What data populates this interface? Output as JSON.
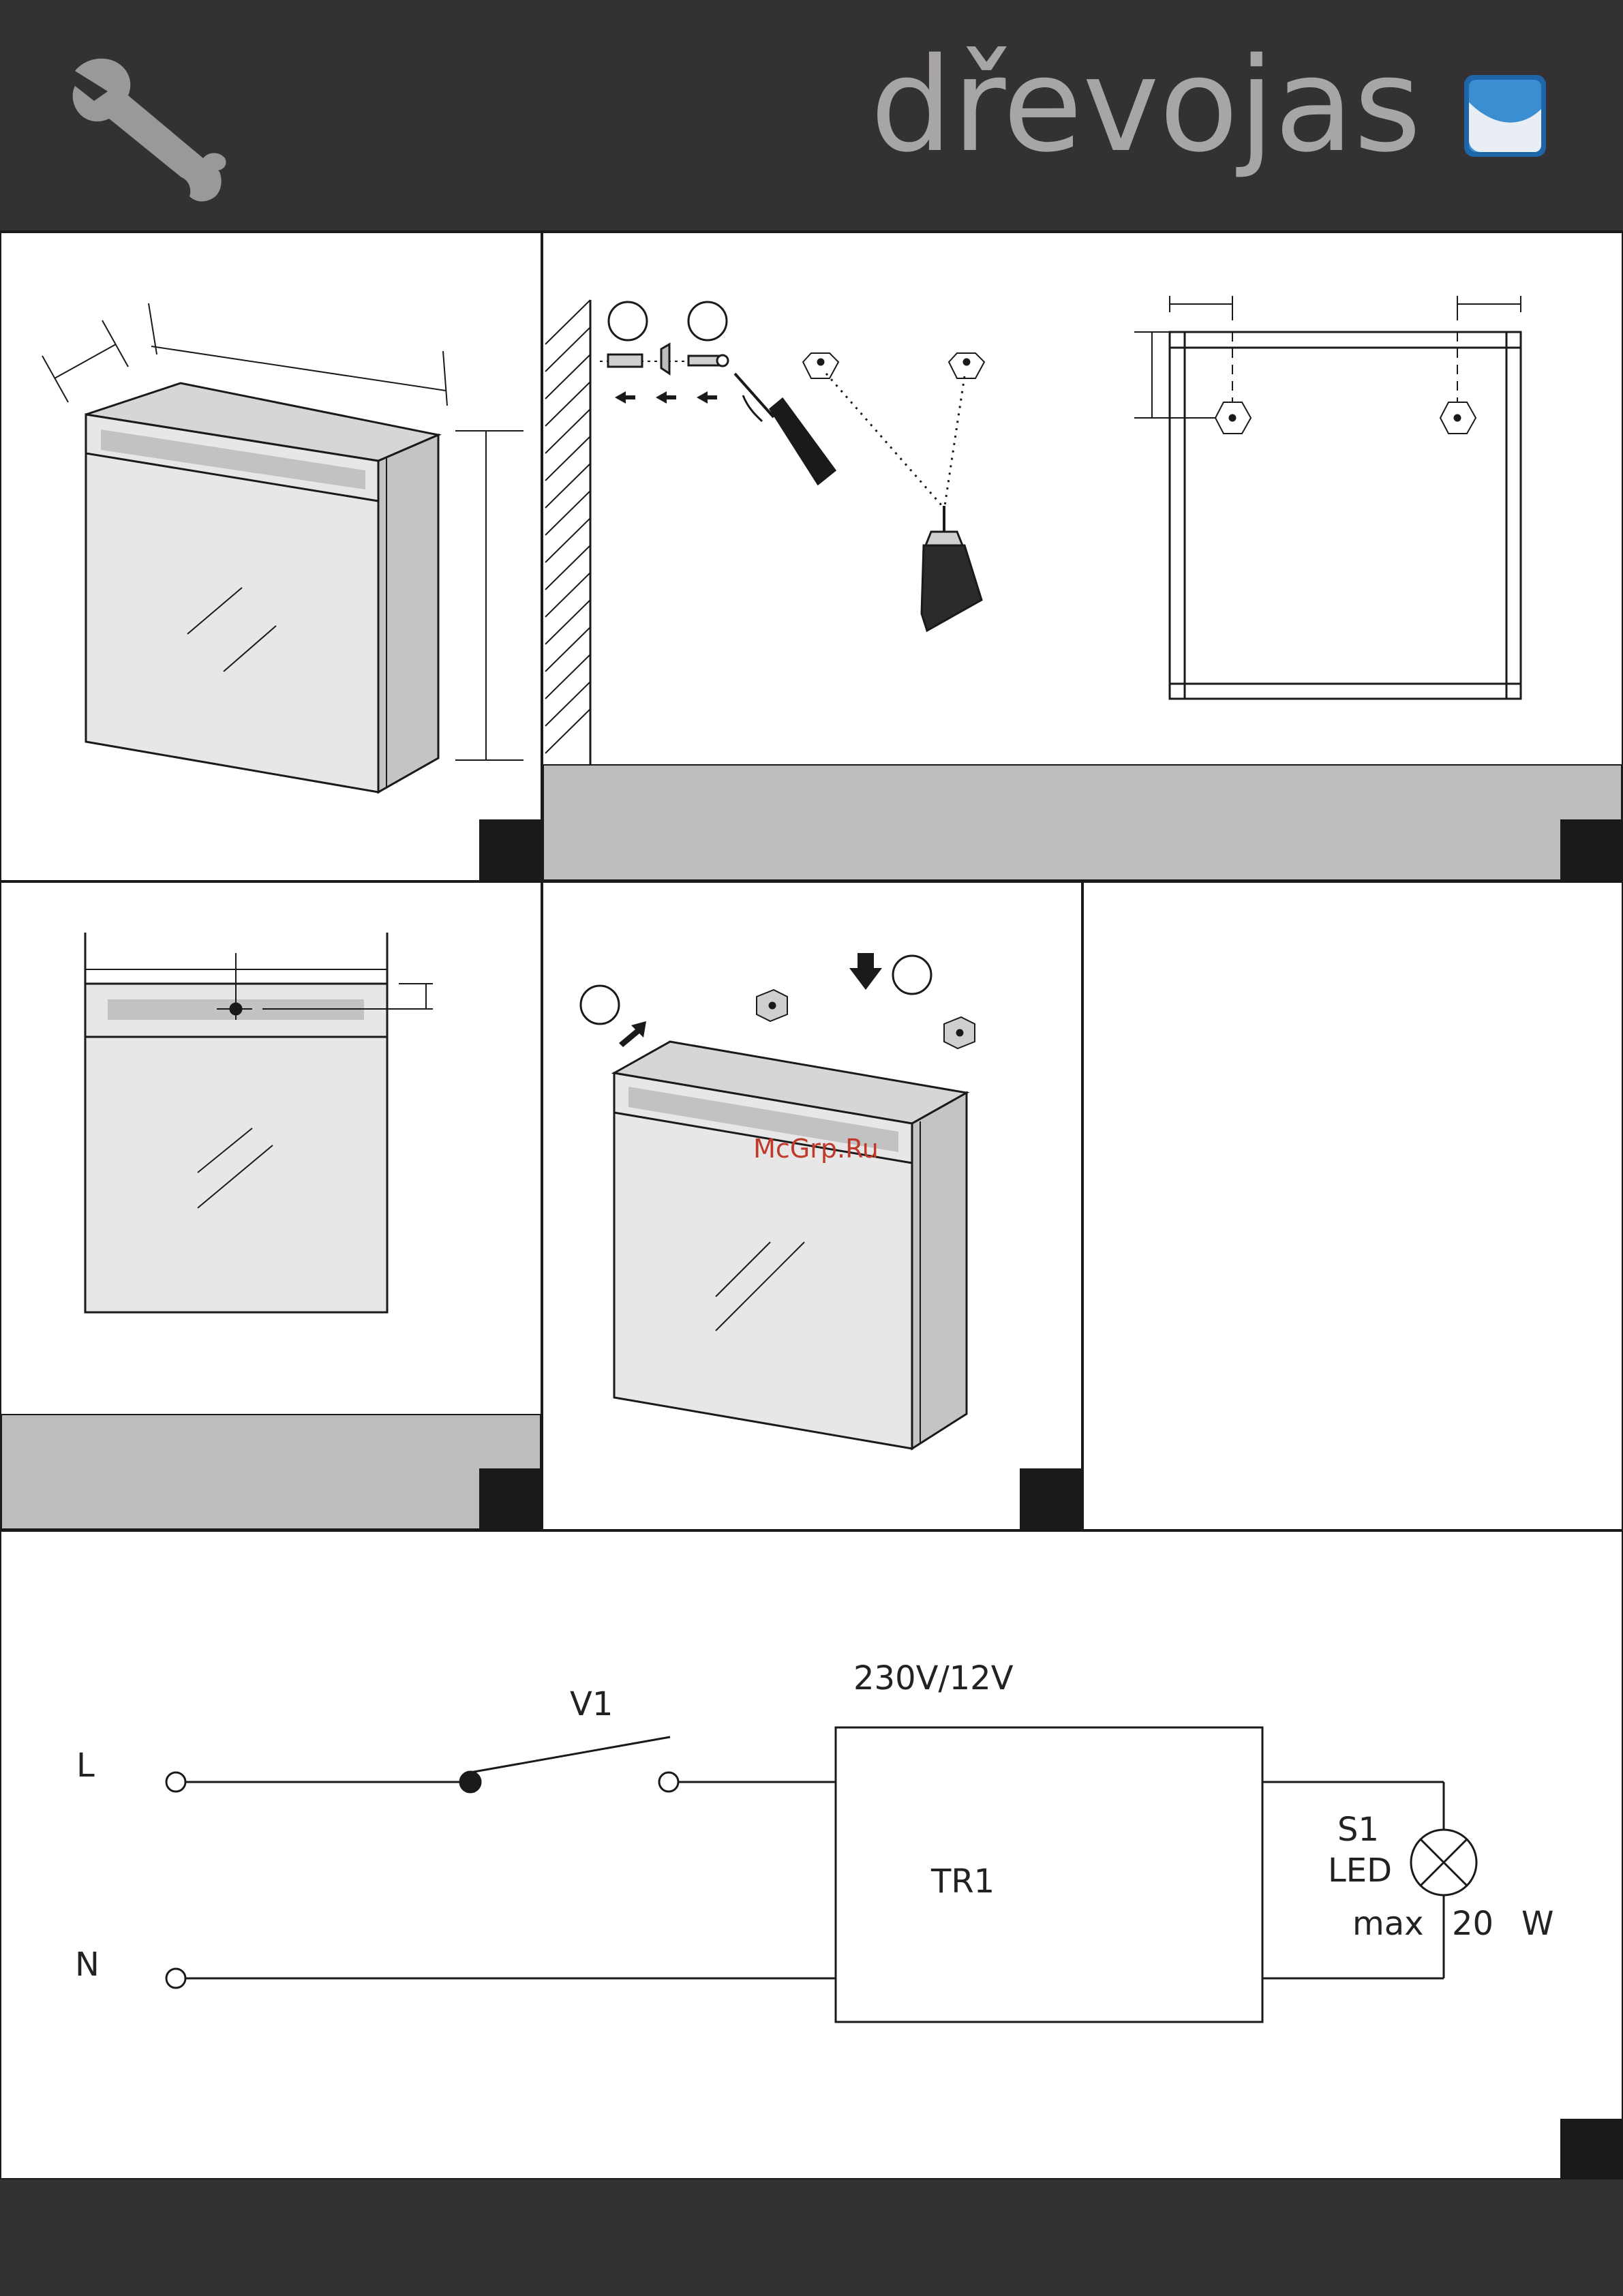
{
  "header": {
    "brand": "dřevojas",
    "tool_icon": "wrench-icon",
    "logo_icon": "drevojas-logo-badge",
    "background_color": "#343134",
    "brand_color": "#a7a5a7",
    "logo_color": "#2a7fc4"
  },
  "panels": {
    "product": {
      "icon": "mirror-cabinet-dimensions"
    },
    "drilling": {
      "icon": "wall-drilling-and-hanger-mounting",
      "step_1": "",
      "step_2": ""
    },
    "led_position": {
      "icon": "led-strip-center-mark"
    },
    "hanging": {
      "icon": "hang-cabinet-on-hangers",
      "step_1": "",
      "step_2": ""
    }
  },
  "wiring": {
    "line_label": "L",
    "neutral_label": "N",
    "switch_label": "V1",
    "transformer_rating": "230V/12V",
    "transformer_label": "TR1",
    "lamp_label": "S1",
    "lamp_type": "LED",
    "max_label": "max",
    "max_power": "20",
    "power_unit": "W"
  },
  "watermark": "McGrp.Ru",
  "colors": {
    "frame": "#1a1a1a",
    "cabinet_face": "#e7e7e7",
    "cabinet_side": "#c4c4c4",
    "led_strip": "#c2c2c2",
    "footer_bar": "#bdbdbd",
    "watermark": "#c0392b"
  }
}
